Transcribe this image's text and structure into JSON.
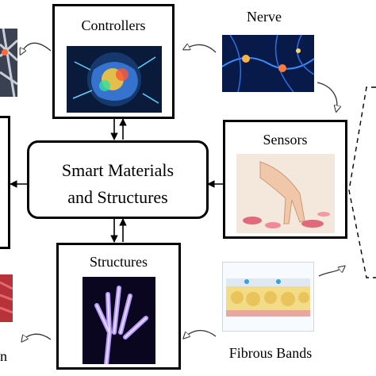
{
  "diagram": {
    "center": {
      "line1": "Smart Materials",
      "line2": "and Structures"
    },
    "controllers": {
      "title": "Controllers"
    },
    "sensors": {
      "title": "Sensors"
    },
    "structures": {
      "title": "Structures"
    },
    "nerve": {
      "label": "Nerve"
    },
    "fibrous": {
      "label": "Fibrous Bands"
    },
    "partial_bottom_left": {
      "label": "n"
    }
  }
}
